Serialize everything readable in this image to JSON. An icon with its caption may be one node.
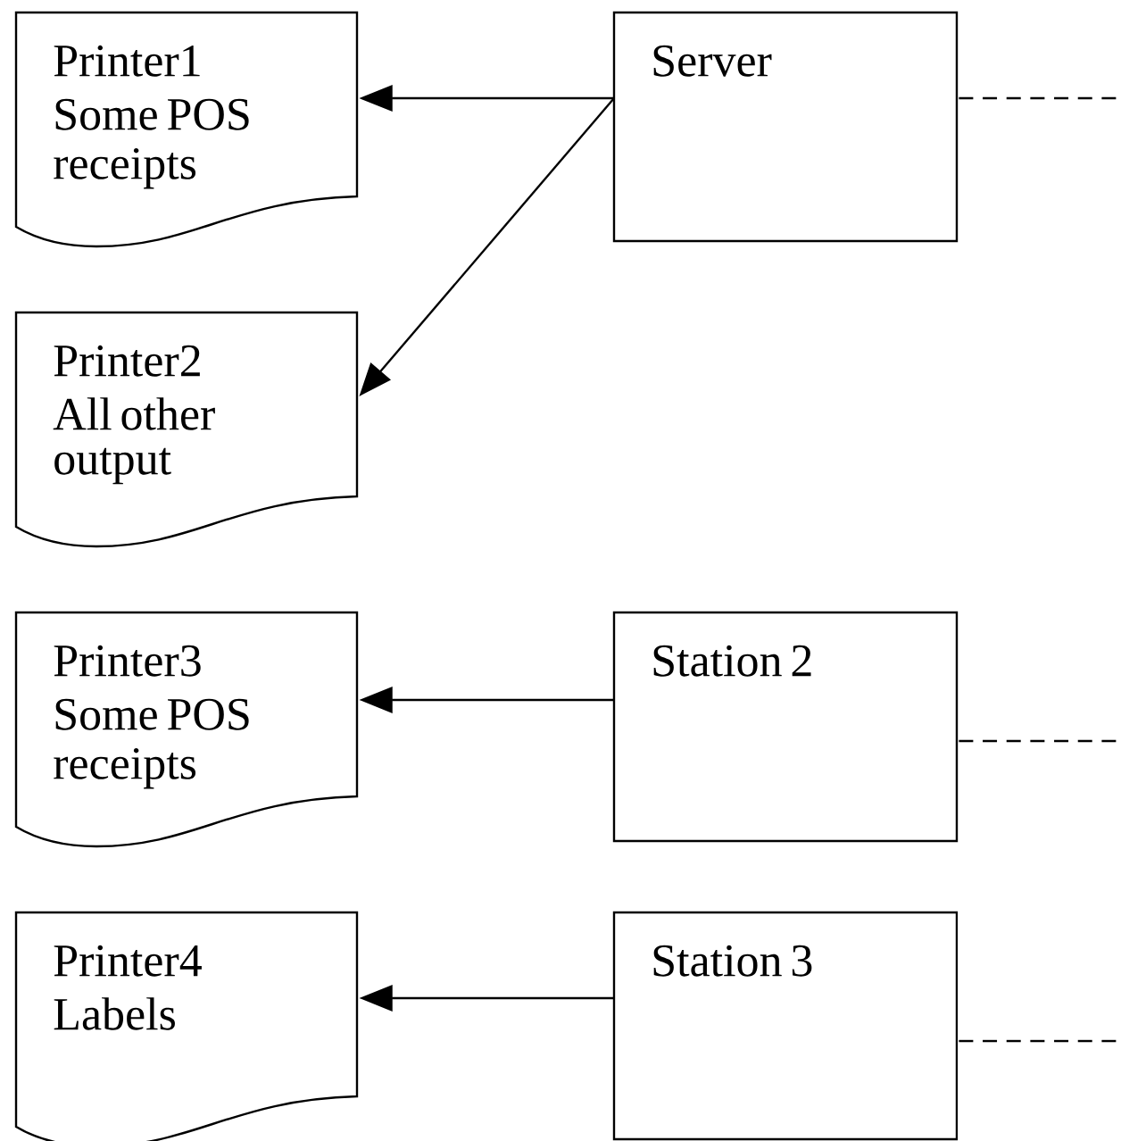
{
  "diagram": {
    "nodes": [
      {
        "text": [
          "Printer1",
          "Some POS receipts"
        ]
      },
      {
        "text": [
          "Server"
        ]
      },
      {
        "text": [
          "Printer2",
          "All other output"
        ]
      },
      {
        "text": [
          "Printer3",
          "Some POS receipts"
        ]
      },
      {
        "text": [
          "Station 2"
        ]
      },
      {
        "text": [
          "Printer4",
          "Labels"
        ]
      },
      {
        "text": [
          "Station 3"
        ]
      }
    ],
    "edges": [
      {
        "from": 1,
        "to": 0,
        "arrow": "to"
      },
      {
        "from": 1,
        "to": 2,
        "arrow": "to"
      },
      {
        "from": 1,
        "to": null,
        "arrow": "none",
        "style": "dashed"
      },
      {
        "from": 4,
        "to": 3,
        "arrow": "to"
      },
      {
        "from": 4,
        "to": null,
        "arrow": "none",
        "style": "dashed"
      },
      {
        "from": 6,
        "to": 5,
        "arrow": "to"
      },
      {
        "from": 6,
        "to": null,
        "arrow": "none",
        "style": "dashed"
      }
    ]
  }
}
